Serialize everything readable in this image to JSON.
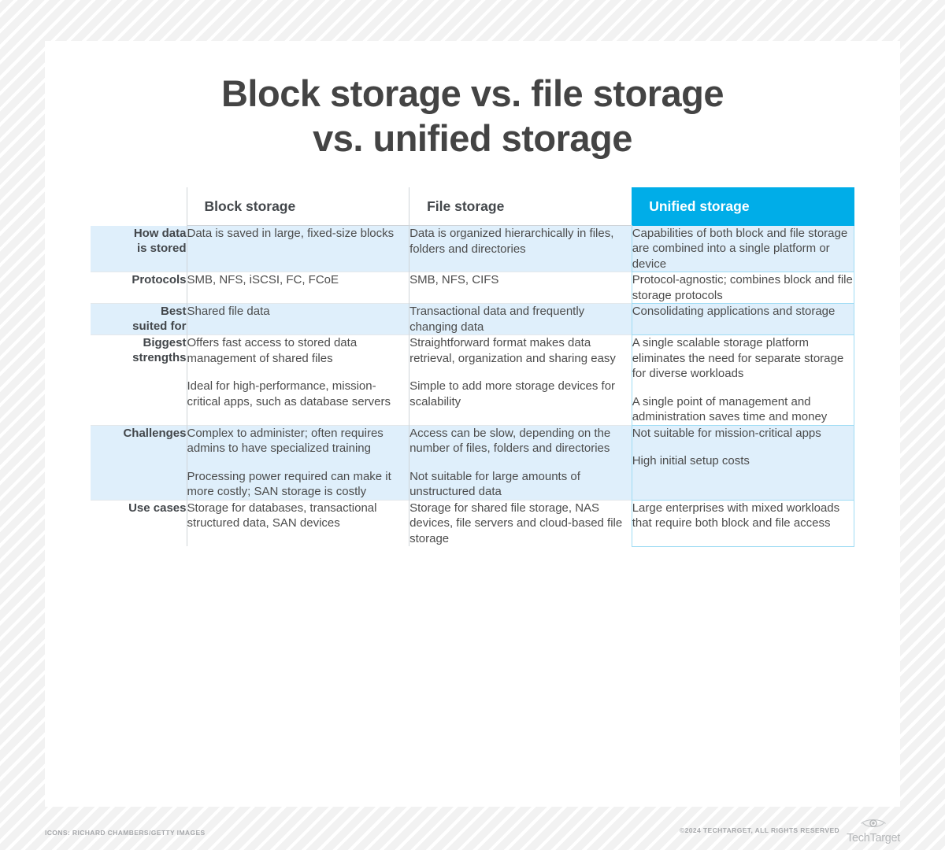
{
  "title": {
    "line1": "Block storage vs. file storage",
    "line2": "vs. unified storage"
  },
  "table": {
    "label_header": "",
    "columns": [
      {
        "label": "Block storage",
        "highlight": false
      },
      {
        "label": "File storage",
        "highlight": false
      },
      {
        "label": "Unified storage",
        "highlight": true
      }
    ],
    "rows": [
      {
        "label": "How data\nis stored",
        "label_line1": "How data",
        "label_line2": "is stored",
        "cells": [
          [
            "Data is saved in large, fixed-size blocks"
          ],
          [
            "Data is organized hierarchically in files, folders and directories"
          ],
          [
            "Capabilities of both block and file storage are combined into a single platform or device"
          ]
        ]
      },
      {
        "label": "Protocols",
        "label_line1": "Protocols",
        "label_line2": "",
        "cells": [
          [
            "SMB, NFS, iSCSI, FC, FCoE"
          ],
          [
            "SMB, NFS, CIFS"
          ],
          [
            "Protocol-agnostic; combines block and file storage protocols"
          ]
        ]
      },
      {
        "label": "Best suited for",
        "label_line1": "Best",
        "label_line2": "suited for",
        "cells": [
          [
            "Shared file data"
          ],
          [
            "Transactional data and frequently changing data"
          ],
          [
            "Consolidating applications and storage"
          ]
        ]
      },
      {
        "label": "Biggest strengths",
        "label_line1": "Biggest",
        "label_line2": "strengths",
        "cells": [
          [
            "Offers fast access to stored data management of shared files",
            "Ideal for high-performance, mission-critical apps, such as database servers"
          ],
          [
            "Straightforward format makes data retrieval, organization and sharing easy",
            "Simple to add more storage devices for scalability"
          ],
          [
            "A single scalable storage platform eliminates the need for separate storage for diverse workloads",
            "A single point of management and administration saves time and money"
          ]
        ]
      },
      {
        "label": "Challenges",
        "label_line1": "Challenges",
        "label_line2": "",
        "cells": [
          [
            "Complex to administer; often requires admins to have specialized training",
            "Processing power required can make it more costly; SAN storage is costly"
          ],
          [
            "Access can be slow, depending on the number of files, folders and directories",
            "Not suitable for large amounts of unstructured data"
          ],
          [
            "Not suitable for mission-critical apps",
            "High initial setup costs"
          ]
        ]
      },
      {
        "label": "Use cases",
        "label_line1": "Use cases",
        "label_line2": "",
        "cells": [
          [
            "Storage for databases, transactional structured data, SAN devices"
          ],
          [
            "Storage for shared file storage, NAS devices, file servers and cloud-based file storage"
          ],
          [
            "Large enterprises with mixed workloads that require both block and file access"
          ]
        ]
      }
    ]
  },
  "footer": {
    "credit": "ICONS: RICHARD CHAMBERS/GETTY IMAGES",
    "copyright": "©2024 TECHTARGET, ALL RIGHTS RESERVED",
    "brand": "TechTarget"
  },
  "colors": {
    "accent": "#00ade8",
    "row_shade": "#dfeffb",
    "unified_border": "#9fdcf4",
    "text": "#4c4c4c",
    "heading": "#43474b"
  }
}
